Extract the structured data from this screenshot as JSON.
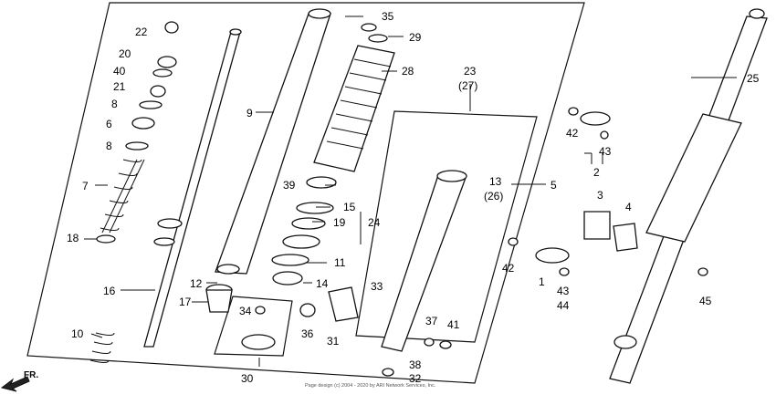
{
  "direction_label": "FR.",
  "copyright": "Page design (c) 2004 - 2020 by ARI Network Services, Inc.",
  "callouts": {
    "p1": "1",
    "p2": "2",
    "p3": "3",
    "p4": "4",
    "p5": "5",
    "p6": "6",
    "p7": "7",
    "p8a": "8",
    "p8b": "8",
    "p9": "9",
    "p10": "10",
    "p11": "11",
    "p12": "12",
    "p13": "13",
    "p13alt": "(26)",
    "p14": "14",
    "p15": "15",
    "p16": "16",
    "p17": "17",
    "p18": "18",
    "p19": "19",
    "p20": "20",
    "p21": "21",
    "p22": "22",
    "p23": "23",
    "p23alt": "(27)",
    "p24": "24",
    "p25": "25",
    "p28": "28",
    "p29": "29",
    "p30": "30",
    "p31": "31",
    "p32": "32",
    "p33": "33",
    "p34": "34",
    "p35": "35",
    "p36": "36",
    "p37": "37",
    "p38": "38",
    "p39": "39",
    "p40": "40",
    "p41": "41",
    "p42a": "42",
    "p42b": "42",
    "p43a": "43",
    "p43b": "43",
    "p44": "44",
    "p45": "45"
  }
}
